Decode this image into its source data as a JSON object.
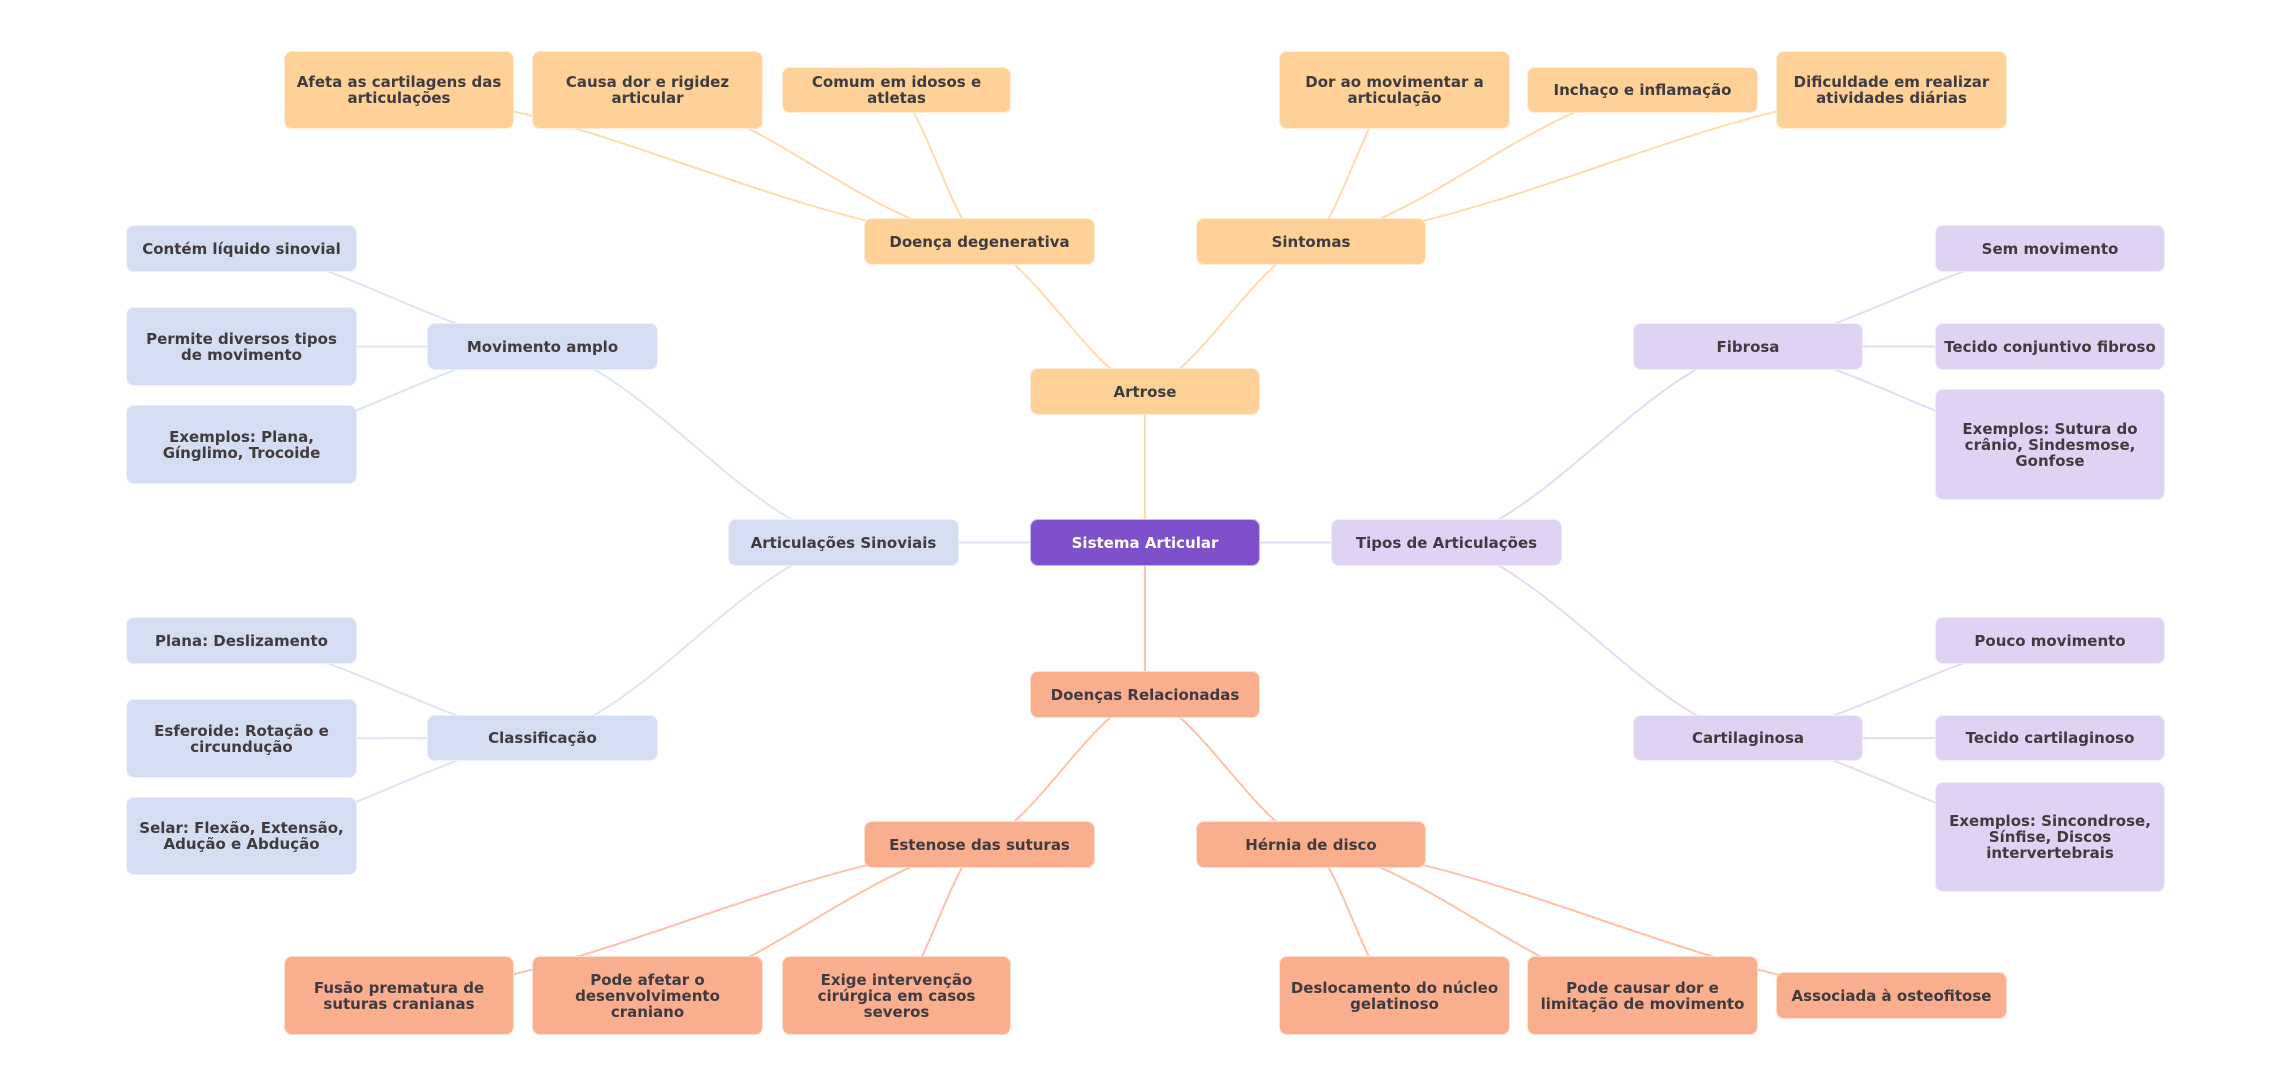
{
  "title": "Sistema Articular",
  "colors": {
    "root": "#7e50cb",
    "artrose": "#fdd197",
    "doencas": "#f9ae8e",
    "sinoviais": "#d5ddf2",
    "tipos": "#ded3f2",
    "edge_artrose": "#fddcb0",
    "edge_doencas": "#fbc3a9",
    "edge_sinoviais": "#dfe5f5",
    "edge_tipos": "#e4dbf5"
  },
  "nodes": [
    {
      "id": "root",
      "label": "Sistema Articular",
      "group": "root"
    },
    {
      "id": "artrose",
      "label": "Artrose",
      "group": "artrose",
      "parent": "root"
    },
    {
      "id": "doenca-degenerativa",
      "label": "Doença degenerativa",
      "group": "artrose",
      "parent": "artrose"
    },
    {
      "id": "sintomas",
      "label": "Sintomas",
      "group": "artrose",
      "parent": "artrose"
    },
    {
      "id": "afeta-cartilagens",
      "label": "Afeta as cartilagens das articulações",
      "group": "artrose",
      "parent": "doenca-degenerativa"
    },
    {
      "id": "causa-dor",
      "label": "Causa dor e rigidez articular",
      "group": "artrose",
      "parent": "doenca-degenerativa"
    },
    {
      "id": "comum-idosos",
      "label": "Comum em idosos e atletas",
      "group": "artrose",
      "parent": "doenca-degenerativa"
    },
    {
      "id": "dor-movimentar",
      "label": "Dor ao movimentar a articulação",
      "group": "artrose",
      "parent": "sintomas"
    },
    {
      "id": "inchaco",
      "label": "Inchaço e inflamação",
      "group": "artrose",
      "parent": "sintomas"
    },
    {
      "id": "dificuldade",
      "label": "Dificuldade em realizar atividades diárias",
      "group": "artrose",
      "parent": "sintomas"
    },
    {
      "id": "sinoviais",
      "label": "Articulações Sinoviais",
      "group": "sinoviais",
      "parent": "root"
    },
    {
      "id": "movimento-amplo",
      "label": "Movimento amplo",
      "group": "sinoviais",
      "parent": "sinoviais"
    },
    {
      "id": "classificacao",
      "label": "Classificação",
      "group": "sinoviais",
      "parent": "sinoviais"
    },
    {
      "id": "liquido-sinovial",
      "label": "Contém líquido sinovial",
      "group": "sinoviais",
      "parent": "movimento-amplo"
    },
    {
      "id": "diversos-tipos",
      "label": "Permite diversos tipos de movimento",
      "group": "sinoviais",
      "parent": "movimento-amplo"
    },
    {
      "id": "exemplos-plana",
      "label": "Exemplos: Plana, Gínglimo, Trocoide",
      "group": "sinoviais",
      "parent": "movimento-amplo"
    },
    {
      "id": "plana",
      "label": "Plana: Deslizamento",
      "group": "sinoviais",
      "parent": "classificacao"
    },
    {
      "id": "esferoide",
      "label": "Esferoide: Rotação e circundução",
      "group": "sinoviais",
      "parent": "classificacao"
    },
    {
      "id": "selar",
      "label": "Selar: Flexão, Extensão, Adução e Abdução",
      "group": "sinoviais",
      "parent": "classificacao"
    },
    {
      "id": "tipos",
      "label": "Tipos de Articulações",
      "group": "tipos",
      "parent": "root"
    },
    {
      "id": "fibrosa",
      "label": "Fibrosa",
      "group": "tipos",
      "parent": "tipos"
    },
    {
      "id": "cartilaginosa",
      "label": "Cartilaginosa",
      "group": "tipos",
      "parent": "tipos"
    },
    {
      "id": "sem-movimento",
      "label": "Sem movimento",
      "group": "tipos",
      "parent": "fibrosa"
    },
    {
      "id": "tecido-fibroso",
      "label": "Tecido conjuntivo fibroso",
      "group": "tipos",
      "parent": "fibrosa"
    },
    {
      "id": "exemplos-sutura",
      "label": "Exemplos: Sutura do crânio, Sindesmose, Gonfose",
      "group": "tipos",
      "parent": "fibrosa"
    },
    {
      "id": "pouco-movimento",
      "label": "Pouco movimento",
      "group": "tipos",
      "parent": "cartilaginosa"
    },
    {
      "id": "tecido-cartilaginoso",
      "label": "Tecido cartilaginoso",
      "group": "tipos",
      "parent": "cartilaginosa"
    },
    {
      "id": "exemplos-sincondrose",
      "label": "Exemplos: Sincondrose, Sínfise, Discos intervertebrais",
      "group": "tipos",
      "parent": "cartilaginosa"
    },
    {
      "id": "doencas",
      "label": "Doenças Relacionadas",
      "group": "doencas",
      "parent": "root"
    },
    {
      "id": "estenose",
      "label": "Estenose das suturas",
      "group": "doencas",
      "parent": "doencas"
    },
    {
      "id": "hernia",
      "label": "Hérnia de disco",
      "group": "doencas",
      "parent": "doencas"
    },
    {
      "id": "fusao",
      "label": "Fusão prematura de suturas cranianas",
      "group": "doencas",
      "parent": "estenose"
    },
    {
      "id": "pode-afetar",
      "label": "Pode afetar o desenvolvimento craniano",
      "group": "doencas",
      "parent": "estenose"
    },
    {
      "id": "exige-intervencao",
      "label": "Exige intervenção cirúrgica em casos severos",
      "group": "doencas",
      "parent": "estenose"
    },
    {
      "id": "deslocamento",
      "label": "Deslocamento do núcleo gelatinoso",
      "group": "doencas",
      "parent": "hernia"
    },
    {
      "id": "pode-causar",
      "label": "Pode causar dor e limitação de movimento",
      "group": "doencas",
      "parent": "hernia"
    },
    {
      "id": "osteofitose",
      "label": "Associada à osteofitose",
      "group": "doencas",
      "parent": "hernia"
    }
  ]
}
